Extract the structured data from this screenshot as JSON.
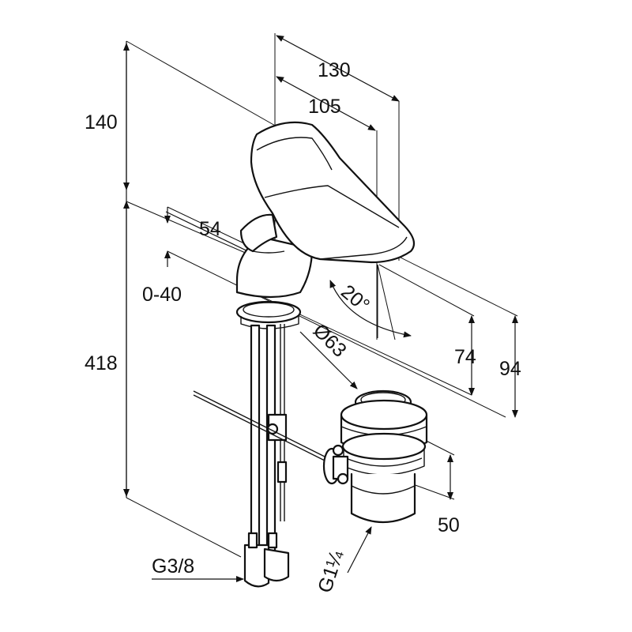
{
  "drawing": {
    "labels": {
      "d130": "130",
      "d105": "105",
      "d140": "140",
      "d54": "54",
      "d0_40": "0-40",
      "angle": "20°",
      "d418": "418",
      "d74": "74",
      "d94": "94",
      "dia63": "Ø63",
      "d50": "50",
      "g38": "G3/8",
      "g114": "G1¼"
    },
    "colors": {
      "line": "#111111",
      "background": "#ffffff"
    }
  }
}
